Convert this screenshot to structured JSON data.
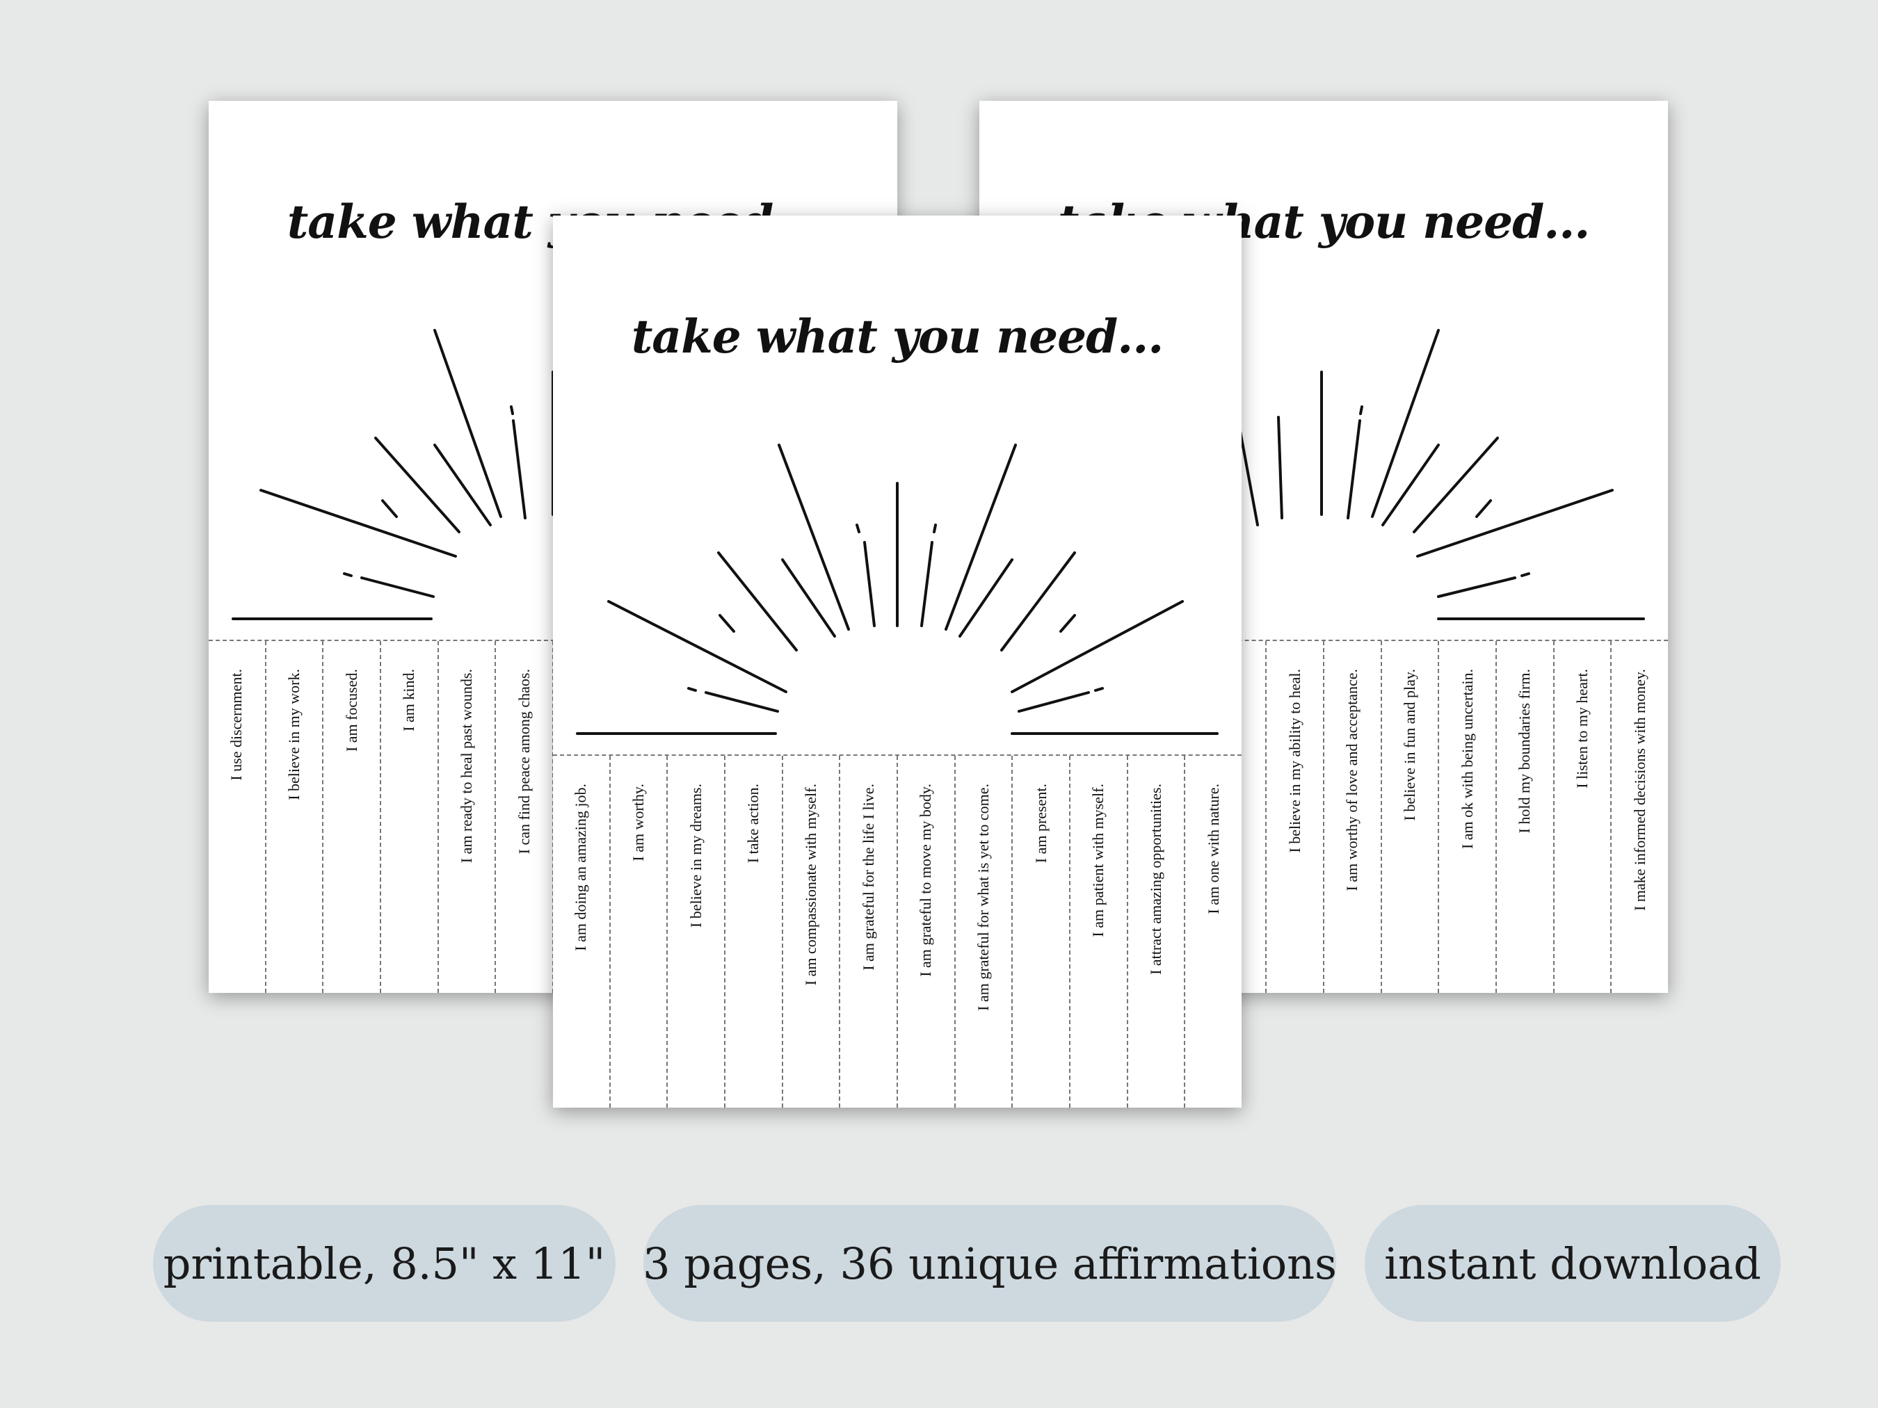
{
  "pages": {
    "left": {
      "title": "take what you need...",
      "affirmations": [
        "I use discernment.",
        "I believe in my work.",
        "I am focused.",
        "I am kind.",
        "I am ready to heal past wounds.",
        "I can find peace among chaos."
      ]
    },
    "center": {
      "title": "take what you need...",
      "affirmations": [
        "I am doing an amazing job.",
        "I am worthy.",
        "I believe in my dreams.",
        "I take action.",
        "I am compassionate with myself.",
        "I am grateful for the life I live.",
        "I am grateful to move my body.",
        "I am grateful for what is yet to come.",
        "I am present.",
        "I am patient with myself.",
        "I attract amazing opportunities.",
        "I am one with nature."
      ]
    },
    "right": {
      "title": "take what you need...",
      "affirmations": [
        "",
        "I believe in my ability to heal.",
        "I am worthy of love and acceptance.",
        "I believe in fun and play.",
        "I am ok with being uncertain.",
        "I hold my boundaries firm.",
        "I listen to my heart.",
        "I make informed decisions with money."
      ]
    }
  },
  "badges": [
    "printable, 8.5\" x 11\"",
    "3 pages, 36 unique affirmations",
    "instant download"
  ]
}
